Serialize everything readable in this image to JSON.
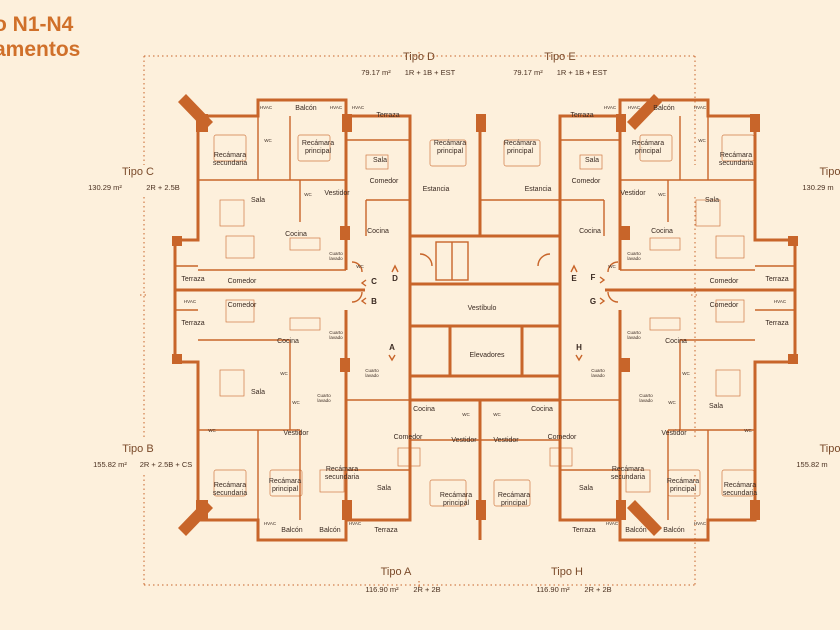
{
  "title": {
    "line1": "o N1-N4",
    "line2": "amentos"
  },
  "units": [
    {
      "id": "tipo-d",
      "label": "Tipo D",
      "area": "79.17 m²",
      "config": "1R + 1B + EST"
    },
    {
      "id": "tipo-e",
      "label": "Tipo E",
      "area": "79.17 m²",
      "config": "1R + 1B + EST"
    },
    {
      "id": "tipo-c",
      "label": "Tipo C",
      "area": "130.29 m²",
      "config": "2R + 2.5B"
    },
    {
      "id": "tipo-f",
      "label": "Tipo",
      "area": "130.29 m",
      "config": ""
    },
    {
      "id": "tipo-b",
      "label": "Tipo B",
      "area": "155.82 m²",
      "config": "2R + 2.5B + CS"
    },
    {
      "id": "tipo-g",
      "label": "Tipo",
      "area": "155.82 m",
      "config": ""
    },
    {
      "id": "tipo-a",
      "label": "Tipo A",
      "area": "116.90 m²",
      "config": "2R + 2B"
    },
    {
      "id": "tipo-h",
      "label": "Tipo H",
      "area": "116.90 m²",
      "config": "2R + 2B"
    }
  ],
  "rooms": {
    "balcon": "Balcón",
    "terraza": "Terraza",
    "hvac": "HVAC",
    "recamara": "Recámara",
    "secundaria": "secundaria",
    "principal": "principal",
    "sala": "Sala",
    "comedor": "Comedor",
    "cocina": "Cocina",
    "estancia": "Estancia",
    "vestidor": "Vestidor",
    "wc": "WC",
    "cuarto": "Cuarto",
    "lavado": "lavado",
    "vestibulo": "Vestíbulo",
    "elevadores": "Elevadores"
  },
  "access_letters": [
    "A",
    "B",
    "C",
    "D",
    "E",
    "F",
    "G",
    "H"
  ],
  "colors": {
    "background": "#fdf0dc",
    "accent": "#d0702a",
    "wall": "#c8652a",
    "text": "#3a2a22"
  }
}
